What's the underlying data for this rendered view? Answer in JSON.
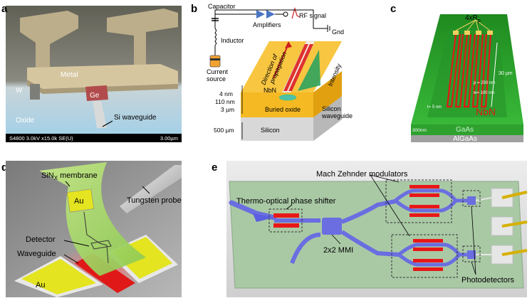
{
  "panels": {
    "a": {
      "label": "a",
      "texts": {
        "metal": "Metal",
        "w": "W",
        "ge": "Ge",
        "oxide": "Oxide",
        "si_waveguide": "Si waveguide",
        "sem_info": "S4800 3.0kV x15.0k SE(U)",
        "scale": "3.00µm"
      }
    },
    "b": {
      "label": "b",
      "texts": {
        "capacitor": "Capacitor",
        "amplifiers": "Amplifiers",
        "rf_signal": "RF signal",
        "inductor": "Inductor",
        "current_source_1": "Current",
        "current_source_2": "source",
        "gnd": "Gnd",
        "direction_1": "Direction of",
        "direction_2": "propagation",
        "intensity": "Intensity",
        "nbn": "NbN",
        "buried_oxide": "Buried oxide",
        "silicon_waveguide_1": "Silicon",
        "silicon_waveguide_2": "waveguide",
        "silicon": "Silicon",
        "dim_4nm": "4 nm",
        "dim_110nm": "110 nm",
        "dim_3um": "3 µm",
        "dim_500um": "500 µm"
      }
    },
    "c": {
      "label": "c",
      "texts": {
        "rp": "4xR",
        "rp_sub": "p",
        "dim_30um": "30 µm",
        "dim_p": "p = 250 nm",
        "dim_w": "w= 100 nm",
        "dim_t": "t= 5 nm",
        "nbn": "NbN",
        "dim_300nm": "300nm",
        "gaas": "GaAs",
        "algaas": "AlGaAs"
      }
    },
    "d": {
      "label": "d",
      "texts": {
        "sinx_1": "SiN",
        "sinx_sub": "X",
        "sinx_2": " membrane",
        "au_top": "Au",
        "tungsten_probe": "Tungsten probe",
        "detector": "Detector",
        "waveguide": "Waveguide",
        "au_bottom": "Au"
      }
    },
    "e": {
      "label": "e",
      "texts": {
        "mzm": "Mach Zehnder modulators",
        "tops": "Thermo-optical phase shifter",
        "mmi": "2x2 MMI",
        "photodetectors": "Photodetectors"
      }
    }
  },
  "colors": {
    "sem_background": "#5a5a52",
    "metal": "#c9b894",
    "ge": "#b05050",
    "oxide_blue": "#79b8d8",
    "wafer_orange": "#f5b923",
    "green_chip": "#2ea12e",
    "nbn_red": "#e01818",
    "membrane_green": "#b8e07a",
    "au_yellow": "#e6e81a",
    "board_green": "#a8c9a4",
    "waveguide_blue": "#6a6ee0"
  }
}
